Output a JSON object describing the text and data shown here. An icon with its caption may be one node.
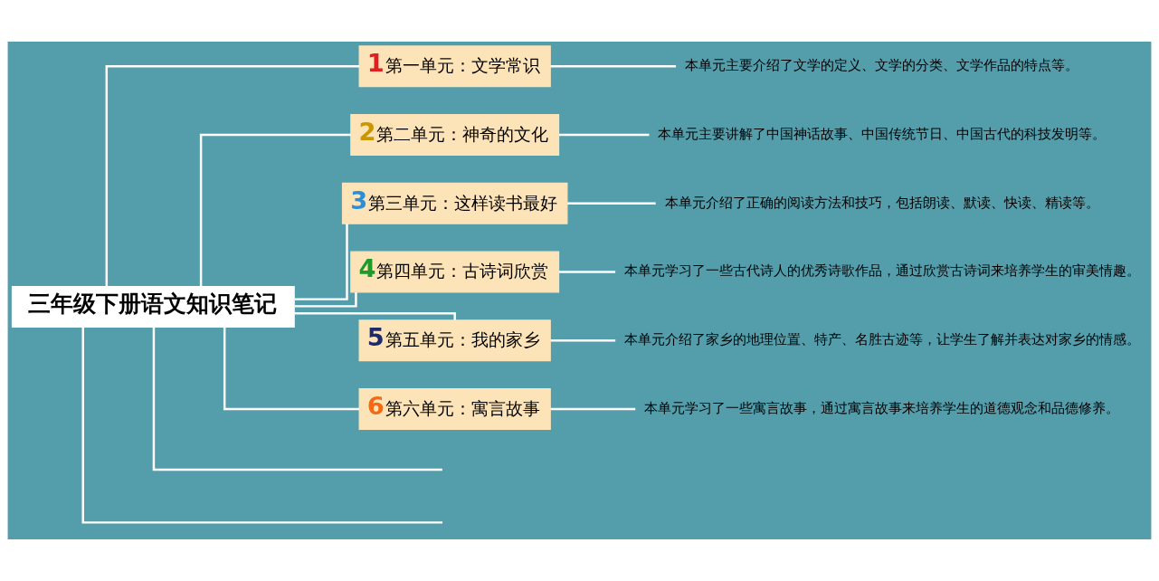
{
  "diagram": {
    "nodes": [
      {
        "text": [
          "三年级下册语文知识笔记"
        ]
      },
      {
        "text": [
          "1",
          "第一单元：文学常识"
        ]
      },
      {
        "text": [
          "2",
          "第二单元：神奇的文化"
        ]
      },
      {
        "text": [
          "3",
          "第三单元：这样读书最好"
        ]
      },
      {
        "text": [
          "4",
          "第四单元：古诗词欣赏"
        ]
      },
      {
        "text": [
          "5",
          "第五单元：我的家乡"
        ]
      },
      {
        "text": [
          "6",
          "第六单元：寓言故事"
        ]
      },
      {
        "text": [
          "本单元主要介绍了文学的定义、文学的分类、文学作品的特点等。"
        ]
      },
      {
        "text": [
          "本单元主要讲解了中国神话故事、中国传统节日、中国古代的科技发明等。"
        ]
      },
      {
        "text": [
          "本单元介绍了正确的阅读方法和技巧，包括朗读、默读、快读、精读等。"
        ]
      },
      {
        "text": [
          "本单元学习了一些古代诗人的优秀诗歌作品，通过欣赏古诗词来培养学生的审美情趣。"
        ]
      },
      {
        "text": [
          "本单元介绍了家乡的地理位置、特产、名胜古迹等，让学生了解并表达对家乡的情感。"
        ]
      },
      {
        "text": [
          "本单元学习了一些寓言故事，通过寓言故事来培养学生的道德观念和品德修养。"
        ]
      }
    ],
    "edges": [
      {
        "from": 0,
        "to": 1,
        "arrow": "none"
      },
      {
        "from": 0,
        "to": 2,
        "arrow": "none"
      },
      {
        "from": 0,
        "to": 3,
        "arrow": "none"
      },
      {
        "from": 0,
        "to": 4,
        "arrow": "none"
      },
      {
        "from": 0,
        "to": 5,
        "arrow": "none"
      },
      {
        "from": 0,
        "to": 6,
        "arrow": "none"
      },
      {
        "from": 0,
        "to": null,
        "arrow": "none"
      },
      {
        "from": 0,
        "to": null,
        "arrow": "none"
      },
      {
        "from": 1,
        "to": 7,
        "arrow": "none"
      },
      {
        "from": 2,
        "to": 8,
        "arrow": "none"
      },
      {
        "from": 3,
        "to": 9,
        "arrow": "none"
      },
      {
        "from": 4,
        "to": 10,
        "arrow": "none"
      },
      {
        "from": 5,
        "to": 11,
        "arrow": "none"
      },
      {
        "from": 6,
        "to": 12,
        "arrow": "none"
      }
    ]
  }
}
